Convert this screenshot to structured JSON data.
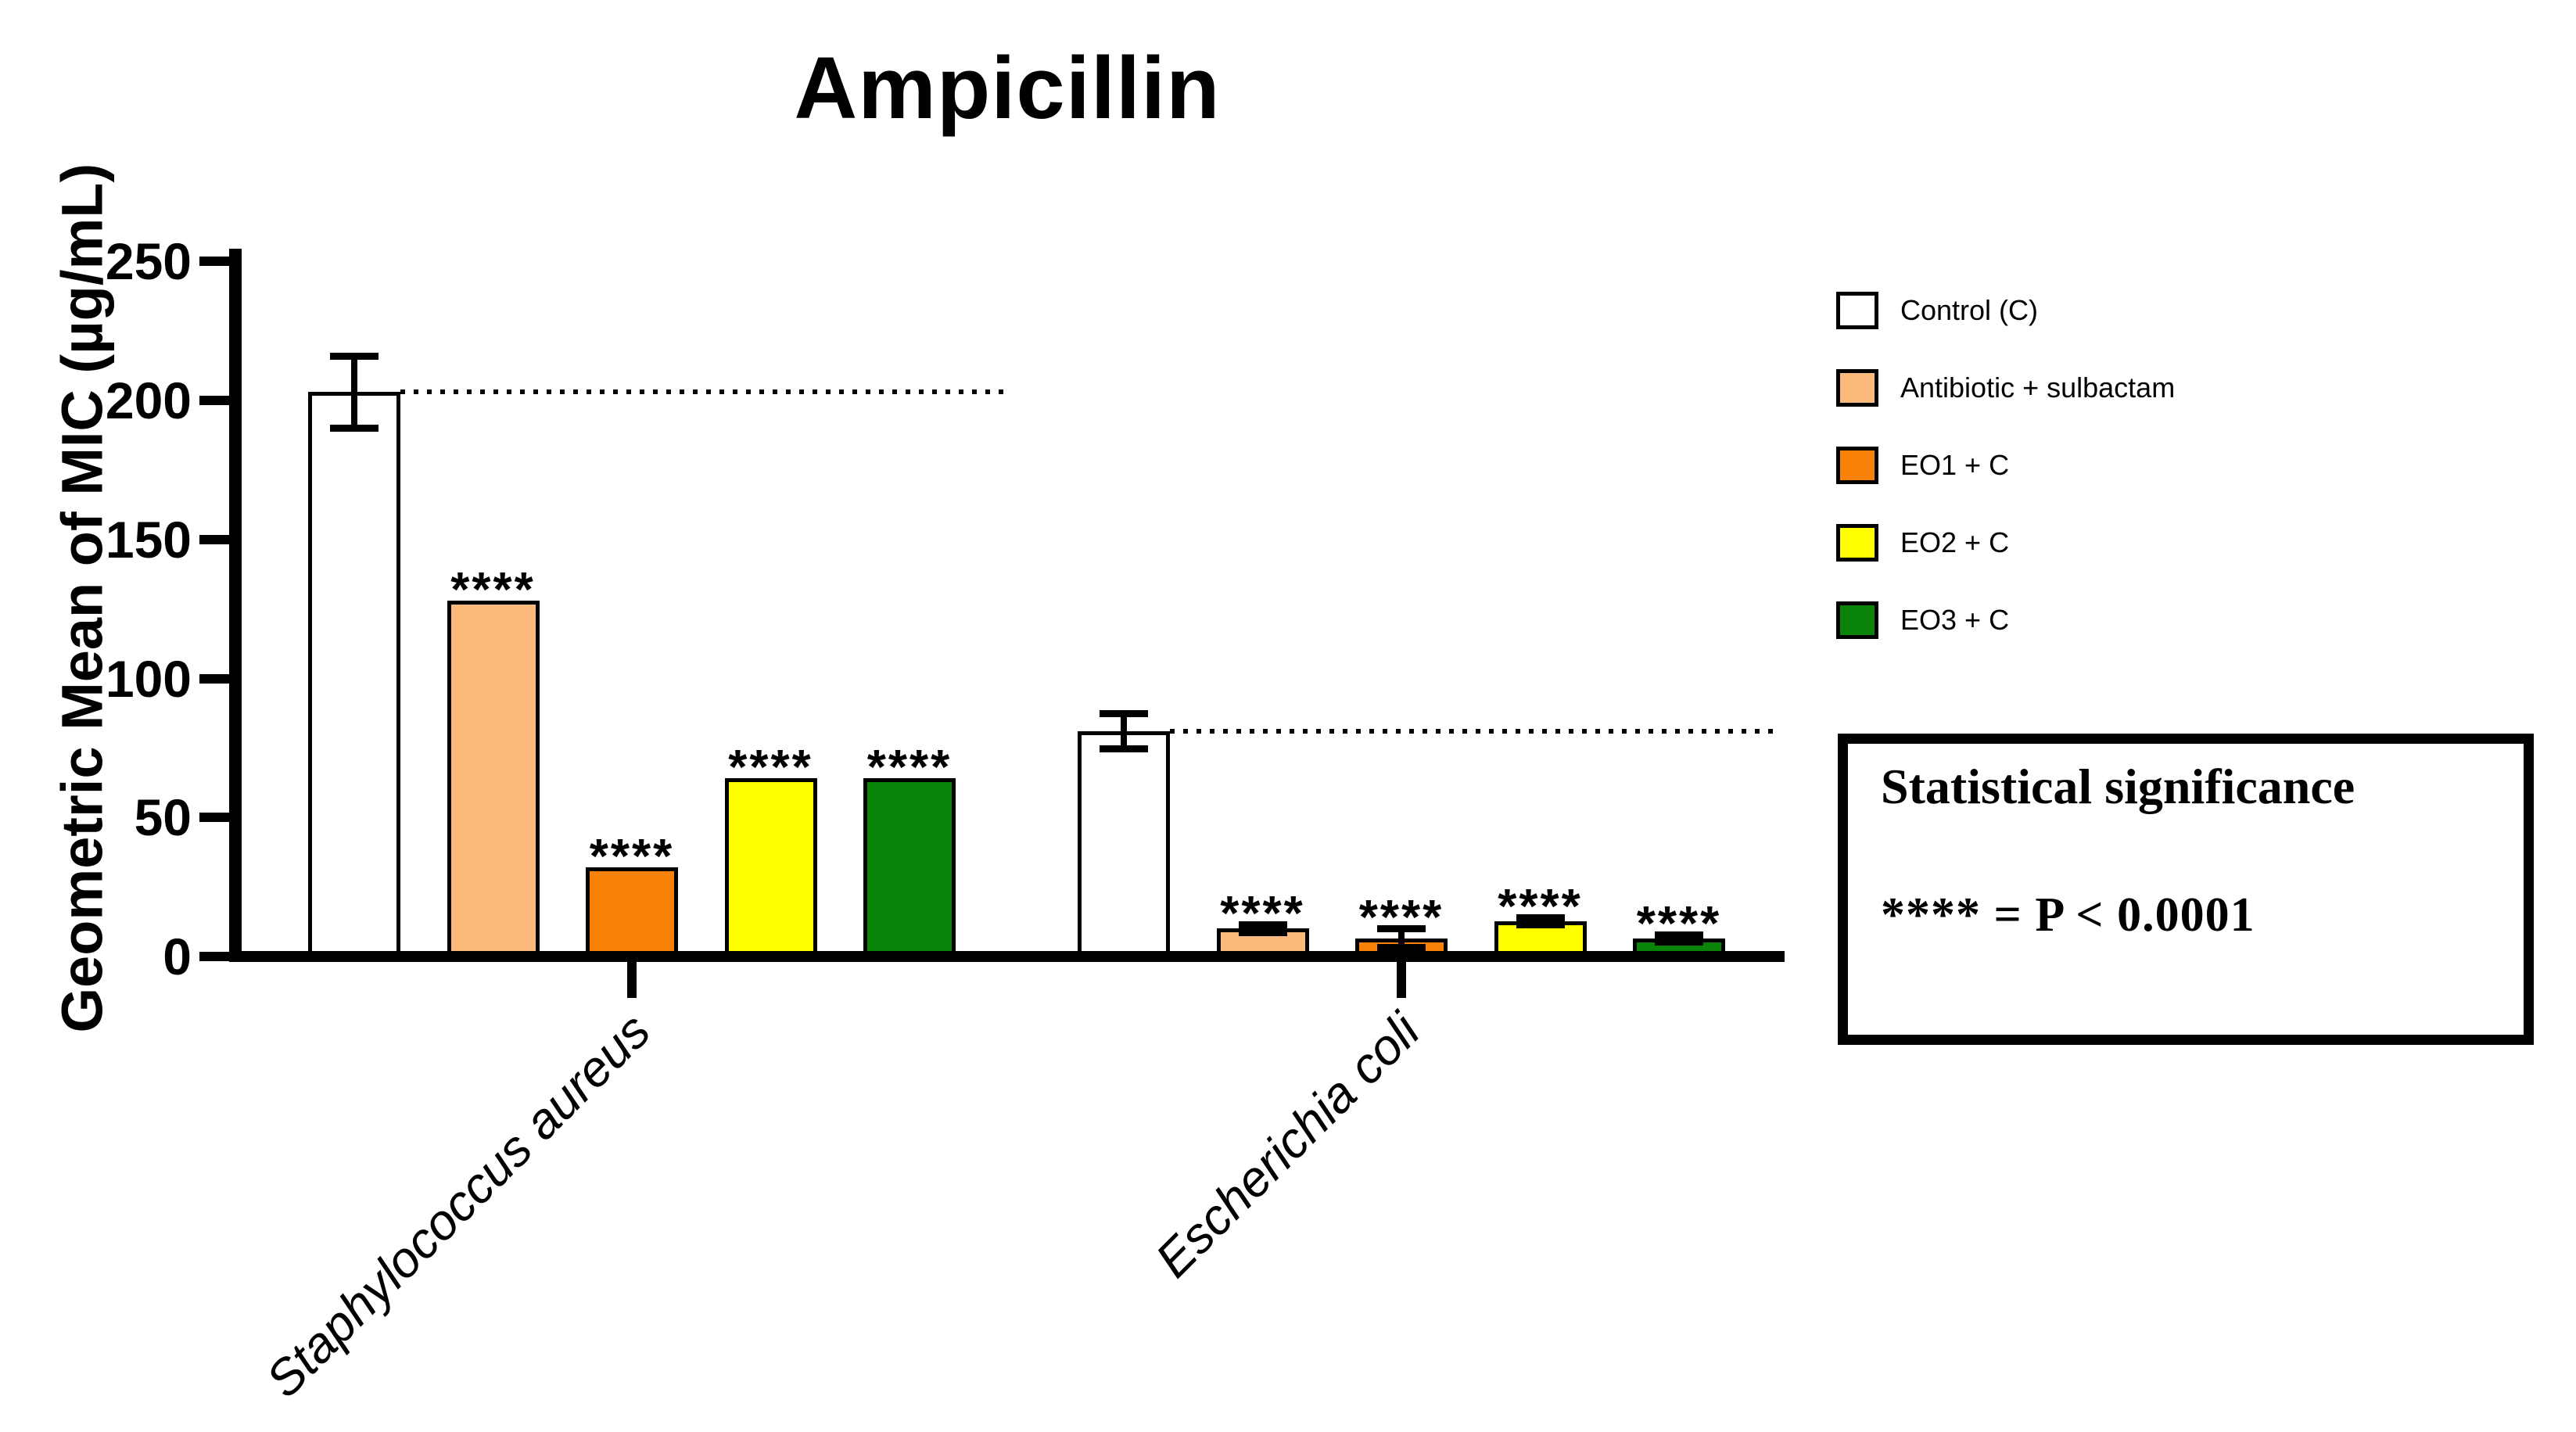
{
  "chart_data": {
    "type": "bar",
    "title": "Ampicillin",
    "xlabel": "",
    "ylabel": "Geometric Mean of MIC (µg/mL)",
    "ylim": [
      0,
      250
    ],
    "yticks": [
      0,
      50,
      100,
      150,
      200,
      250
    ],
    "grid": false,
    "legend_position": "right",
    "categories": [
      "Staphylococcus aureus",
      "Escherichia coli"
    ],
    "series": [
      {
        "name": "Control (C)",
        "color": "#FFFFFF",
        "values": [
          203,
          81
        ],
        "error_plus": [
          13,
          6.5
        ],
        "error_minus": [
          13,
          6.5
        ],
        "significance": [
          "",
          ""
        ]
      },
      {
        "name": "Antibiotic + sulbactam",
        "color": "#FBB97C",
        "values": [
          128,
          10
        ],
        "error_plus": [
          0,
          1.5
        ],
        "error_minus": [
          0,
          1.5
        ],
        "significance": [
          "****",
          "****"
        ]
      },
      {
        "name": "EO1 + C",
        "color": "#FA8208",
        "values": [
          32,
          6.5
        ],
        "error_plus": [
          0,
          3.5
        ],
        "error_minus": [
          0,
          3.5
        ],
        "significance": [
          "****",
          "****"
        ]
      },
      {
        "name": "EO2 + C",
        "color": "#FFFF00",
        "values": [
          64,
          12.7
        ],
        "error_plus": [
          0,
          1.5
        ],
        "error_minus": [
          0,
          1.5
        ],
        "significance": [
          "****",
          "****"
        ]
      },
      {
        "name": "EO3 + C",
        "color": "#0A8309",
        "values": [
          64,
          6.5
        ],
        "error_plus": [
          0,
          1.5
        ],
        "error_minus": [
          0,
          1.5
        ],
        "significance": [
          "****",
          "****"
        ]
      }
    ],
    "reference_lines": [
      {
        "category_index": 0,
        "level": 203,
        "style": "dotted"
      },
      {
        "category_index": 1,
        "level": 81,
        "style": "dotted"
      }
    ]
  },
  "stat_box": {
    "title": "Statistical significance",
    "line": "**** = P < 0.0001"
  }
}
